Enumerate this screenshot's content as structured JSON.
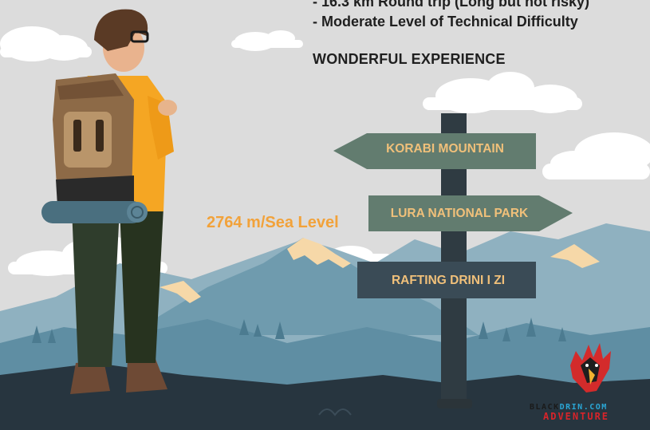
{
  "info": {
    "line1": "-  16.3 km Round trip (Long but not risky)",
    "line2": "- Moderate Level of Technical Difficulty",
    "headline": "WONDERFUL EXPERIENCE"
  },
  "altitude_label": "2764 m/Sea Level",
  "signpost": {
    "sign1": "KORABI MOUNTAIN",
    "sign2": "LURA NATIONAL PARK",
    "sign3": "RAFTING DRINI I ZI"
  },
  "brand": {
    "top_part1": "BLACK",
    "top_part2": "DRIN.COM",
    "bottom": "ADVENTURE"
  },
  "colors": {
    "sky": "#dcdcdc",
    "cloud": "#ffffff",
    "mountain_far": "#8fb1c0",
    "mountain_near": "#5f8ea3",
    "snow": "#f6d8a8",
    "sign": "#627c6f",
    "sign_text": "#f0c07a",
    "altitude_text": "#f2a23a",
    "brand_blue": "#2aa7d6",
    "brand_red": "#d8242a"
  }
}
